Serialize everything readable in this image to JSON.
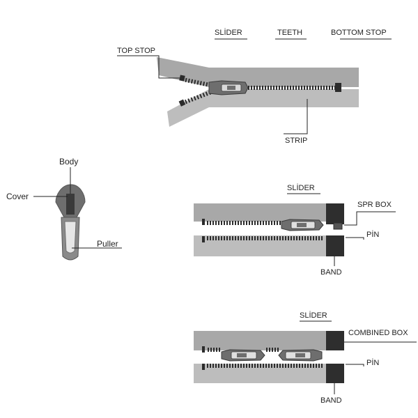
{
  "diagram_1": {
    "top_stop": "TOP STOP",
    "slider": "SLİDER",
    "teeth": "TEETH",
    "bottom_stop": "BOTTOM STOP",
    "strip": "STRIP"
  },
  "diagram_2": {
    "body": "Body",
    "cover": "Cover",
    "puller": "Puller"
  },
  "diagram_3": {
    "slider": "SLİDER",
    "spr_box": "SPR BOX",
    "pin": "PİN",
    "band": "BAND"
  },
  "diagram_4": {
    "slider": "SLİDER",
    "combined_box": "COMBINED BOX",
    "pin": "PİN",
    "band": "BAND"
  },
  "colors": {
    "tape_upper": "#a8a8a8",
    "tape_lower": "#bdbdbd",
    "teeth": "#2b2b2b",
    "box": "#2e2e2e",
    "slider_body": "#6e6e6e"
  }
}
